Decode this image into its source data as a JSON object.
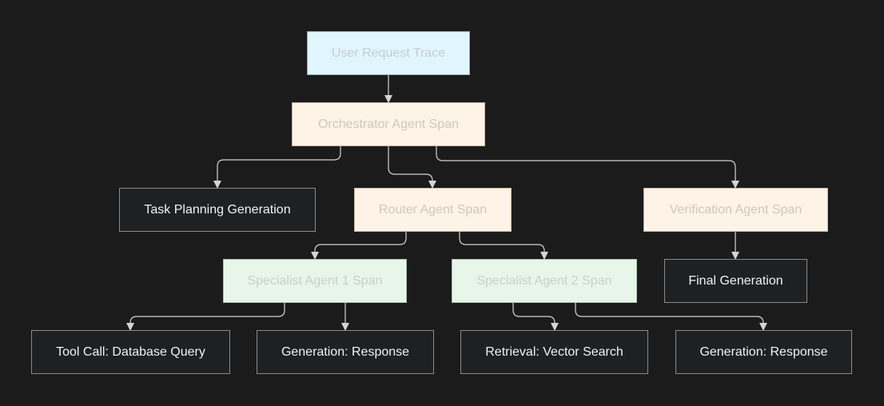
{
  "diagram": {
    "nodes": {
      "user_request_trace": "User Request Trace",
      "orchestrator": "Orchestrator Agent Span",
      "task_planning": "Task Planning Generation",
      "router": "Router Agent Span",
      "verification": "Verification Agent Span",
      "specialist_1": "Specialist Agent 1 Span",
      "specialist_2": "Specialist Agent 2 Span",
      "final_generation": "Final Generation",
      "tool_call": "Tool Call: Database Query",
      "generation_1": "Generation: Response",
      "retrieval": "Retrieval: Vector Search",
      "generation_2": "Generation: Response"
    },
    "edges": [
      [
        "user_request_trace",
        "orchestrator"
      ],
      [
        "orchestrator",
        "task_planning"
      ],
      [
        "orchestrator",
        "router"
      ],
      [
        "orchestrator",
        "verification"
      ],
      [
        "router",
        "specialist_1"
      ],
      [
        "router",
        "specialist_2"
      ],
      [
        "verification",
        "final_generation"
      ],
      [
        "specialist_1",
        "tool_call"
      ],
      [
        "specialist_1",
        "generation_1"
      ],
      [
        "specialist_2",
        "retrieval"
      ],
      [
        "specialist_2",
        "generation_2"
      ]
    ]
  },
  "colors": {
    "background": "#1b1b1c",
    "trace_fill": "#e1f5fe",
    "agent_fill": "#fdf3e7",
    "specialist_fill": "#e8f5e9",
    "leaf_fill": "#1f2022",
    "edge": "#d4d4d4"
  }
}
